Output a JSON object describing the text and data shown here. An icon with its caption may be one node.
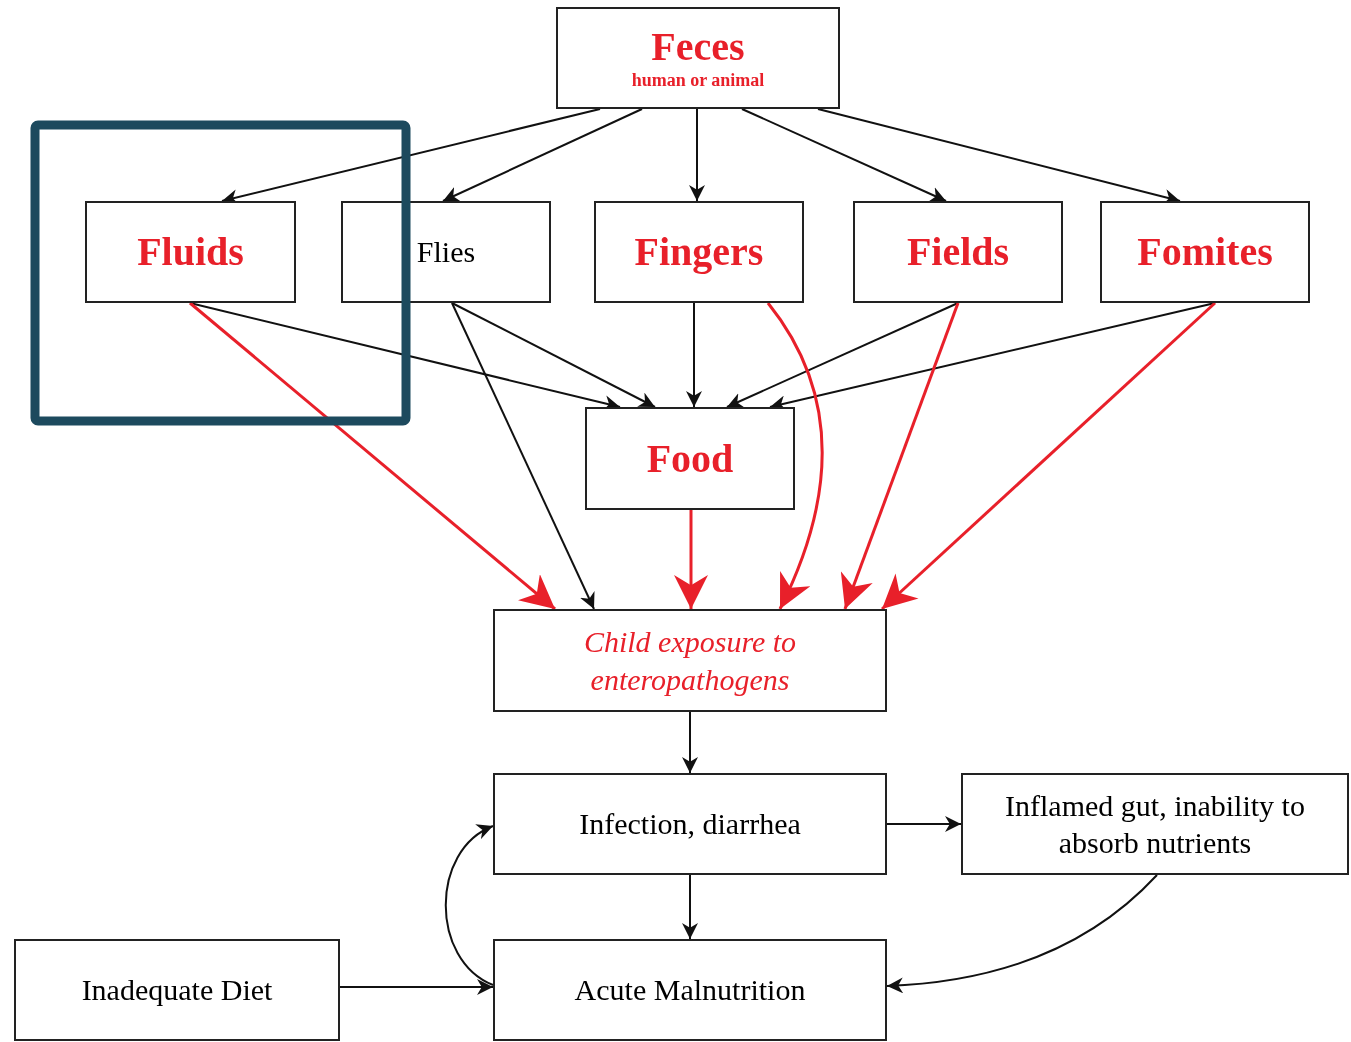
{
  "diagram": {
    "nodes": [
      {
        "text": [
          "Feces",
          "human or animal"
        ]
      },
      {
        "text": [
          "Fluids"
        ]
      },
      {
        "text": [
          "Flies"
        ]
      },
      {
        "text": [
          "Fingers"
        ]
      },
      {
        "text": [
          "Fields"
        ]
      },
      {
        "text": [
          "Fomites"
        ]
      },
      {
        "text": [
          "Food"
        ]
      },
      {
        "text": [
          "Child exposure to enteropathogens"
        ]
      },
      {
        "text": [
          "Infection, diarrhea"
        ]
      },
      {
        "text": [
          "Inflamed gut, inability to absorb nutrients"
        ]
      },
      {
        "text": [
          "Inadequate Diet"
        ]
      },
      {
        "text": [
          "Acute Malnutrition"
        ]
      }
    ],
    "edges": [
      {
        "from": 0,
        "to": 1,
        "arrow": "to"
      },
      {
        "from": 0,
        "to": 2,
        "arrow": "to"
      },
      {
        "from": 0,
        "to": 3,
        "arrow": "to"
      },
      {
        "from": 0,
        "to": 4,
        "arrow": "to"
      },
      {
        "from": 0,
        "to": 5,
        "arrow": "to"
      },
      {
        "from": 1,
        "to": 6,
        "arrow": "to"
      },
      {
        "from": 2,
        "to": 6,
        "arrow": "to"
      },
      {
        "from": 3,
        "to": 6,
        "arrow": "to"
      },
      {
        "from": 4,
        "to": 6,
        "arrow": "to"
      },
      {
        "from": 5,
        "to": 6,
        "arrow": "to"
      },
      {
        "from": 1,
        "to": 7,
        "arrow": "to",
        "color": "#e8202a"
      },
      {
        "from": 2,
        "to": 7,
        "arrow": "to"
      },
      {
        "from": 6,
        "to": 7,
        "arrow": "to",
        "color": "#e8202a"
      },
      {
        "from": 3,
        "to": 7,
        "arrow": "to",
        "color": "#e8202a"
      },
      {
        "from": 4,
        "to": 7,
        "arrow": "to",
        "color": "#e8202a"
      },
      {
        "from": 5,
        "to": 7,
        "arrow": "to",
        "color": "#e8202a"
      },
      {
        "from": 7,
        "to": 8,
        "arrow": "to"
      },
      {
        "from": 8,
        "to": 9,
        "arrow": "to"
      },
      {
        "from": 8,
        "to": 11,
        "arrow": "to"
      },
      {
        "from": 9,
        "to": 11,
        "arrow": "to"
      },
      {
        "from": 10,
        "to": 11,
        "arrow": "to"
      },
      {
        "from": 11,
        "to": 8,
        "arrow": "to"
      }
    ]
  }
}
